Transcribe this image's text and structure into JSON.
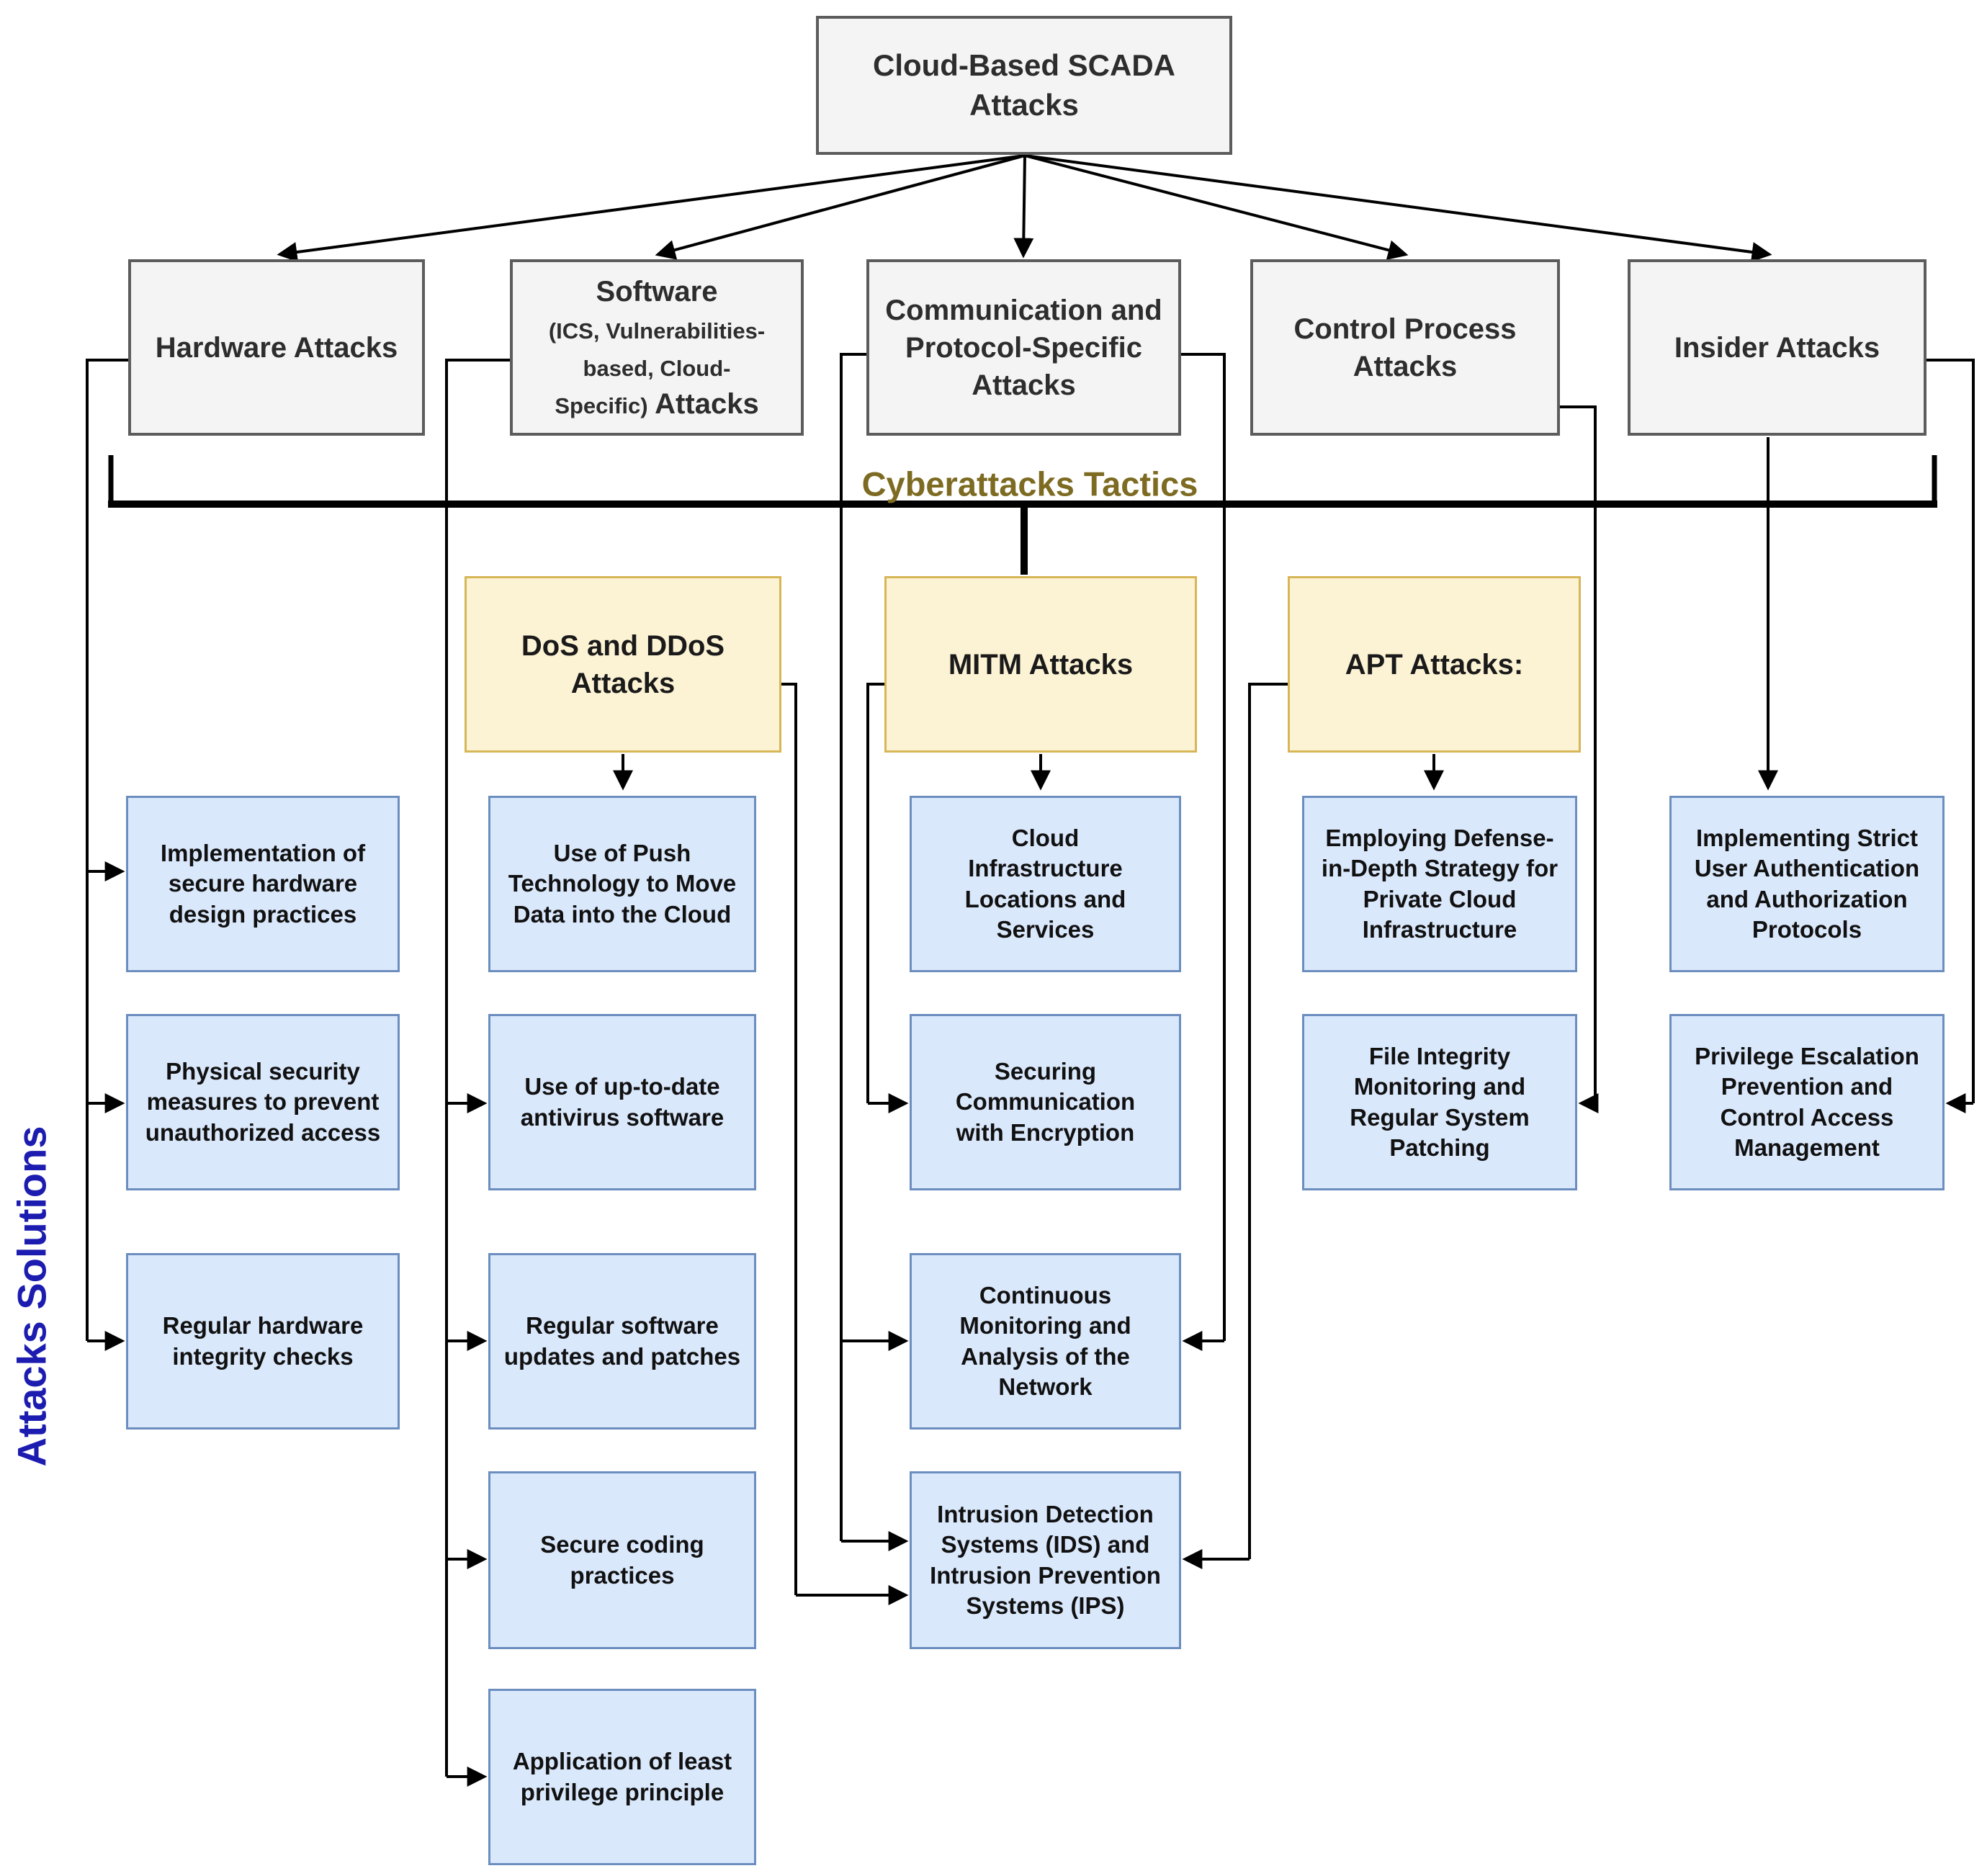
{
  "root": {
    "label": "Cloud-Based SCADA Attacks"
  },
  "labels": {
    "tactics": "Cyberattacks Tactics",
    "solutions": "Attacks Solutions"
  },
  "categories": {
    "hardware": {
      "label": "Hardware Attacks"
    },
    "software": {
      "title": "Software",
      "lines": [
        "(ICS, Vulnerabilities-",
        "based, Cloud-",
        "Specific)"
      ],
      "suffix": "Attacks"
    },
    "communication": {
      "label": "Communication and Protocol-Specific Attacks"
    },
    "control": {
      "label": "Control Process Attacks"
    },
    "insider": {
      "label": "Insider Attacks"
    }
  },
  "tactics": {
    "dos": {
      "label": "DoS and DDoS Attacks"
    },
    "mitm": {
      "label": "MITM Attacks"
    },
    "apt": {
      "label": "APT Attacks:"
    }
  },
  "solutions": {
    "hardware": [
      "Implementation of secure hardware design practices",
      "Physical security measures to prevent unauthorized access",
      "Regular hardware integrity checks"
    ],
    "software": [
      "Use of Push Technology to Move Data into the Cloud",
      "Use of up-to-date antivirus software",
      "Regular software updates and patches",
      "Secure coding practices",
      "Application of least privilege principle"
    ],
    "communication": [
      "Cloud Infrastructure Locations and Services",
      "Securing Communication with Encryption",
      "Continuous Monitoring and Analysis of the Network",
      "Intrusion Detection Systems (IDS) and Intrusion Prevention Systems (IPS)"
    ],
    "control": [
      "Employing Defense-in-Depth Strategy for Private Cloud Infrastructure",
      "File Integrity Monitoring and Regular System Patching"
    ],
    "insider": [
      "Implementing Strict User Authentication and Authorization Protocols",
      "Privilege Escalation Prevention and Control Access Management"
    ]
  },
  "colors": {
    "category-fill": "#f4f4f4",
    "category-border": "#5c5c5c",
    "tactic-fill": "#fcf2d4",
    "tactic-border": "#d6b656",
    "solution-fill": "#dae8fc",
    "solution-border": "#6c8ebf",
    "tactics-label": "#7d6b22",
    "solutions-label": "#1c1cb0",
    "connector": "#000000"
  }
}
